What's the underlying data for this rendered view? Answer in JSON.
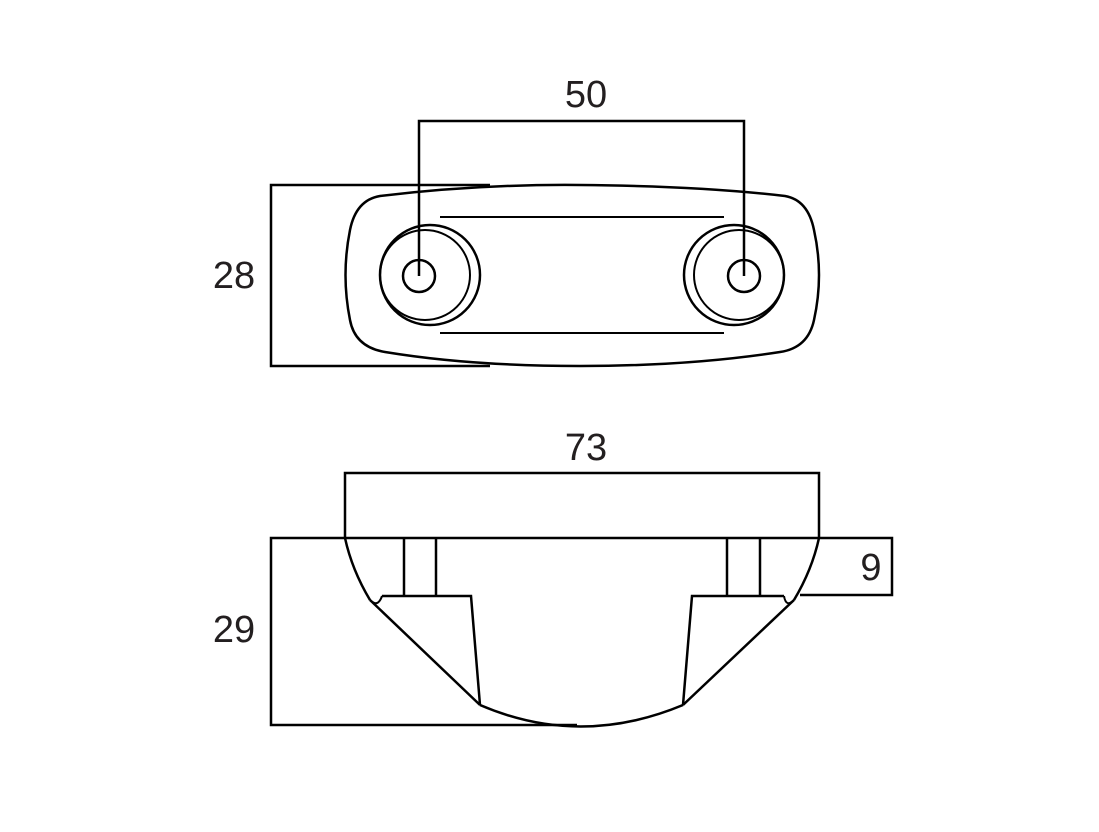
{
  "drawing": {
    "top_view": {
      "dim_hole_spacing": "50",
      "dim_height": "28"
    },
    "side_view": {
      "dim_width": "73",
      "dim_height": "29",
      "dim_step": "9"
    }
  }
}
